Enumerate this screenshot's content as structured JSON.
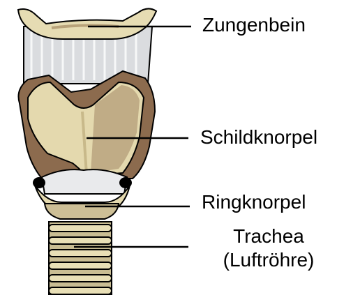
{
  "labels": {
    "hyoid": "Zungenbein",
    "thyroid": "Schildknorpel",
    "cricoid": "Ringknorpel",
    "trachea_line1": "Trachea",
    "trachea_line2": "(Luftröhre)"
  },
  "colors": {
    "bone": "#e4d9ae",
    "bone_shadow": "#a88e6b",
    "cartilage_dark": "#8a6a4e",
    "membrane": "#d7d9dc",
    "outline": "#000000"
  }
}
